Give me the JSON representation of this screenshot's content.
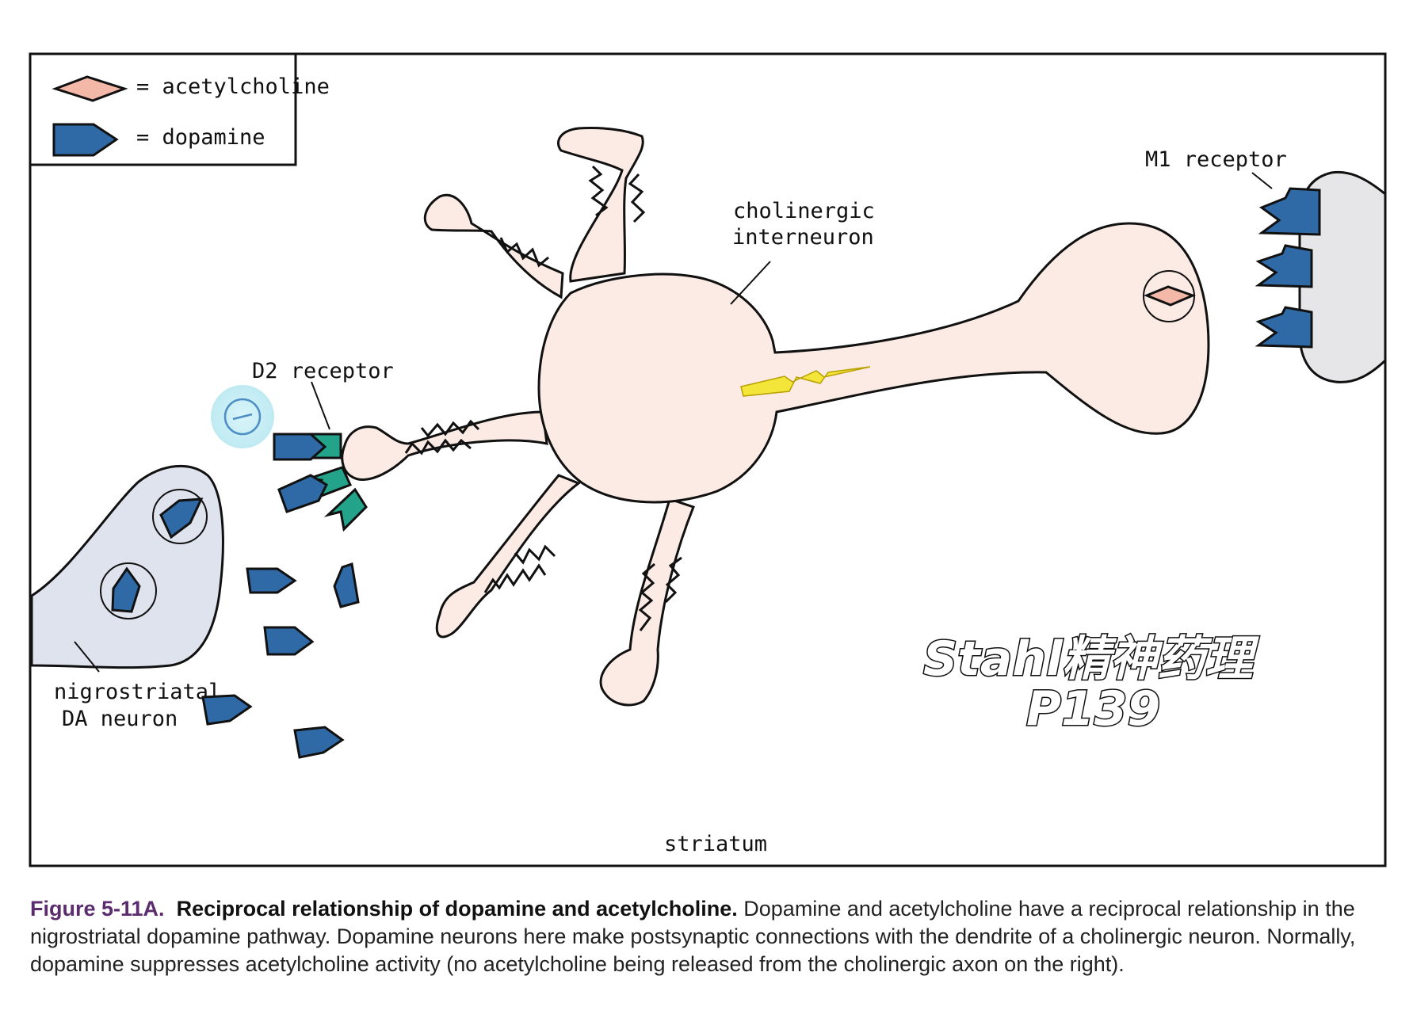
{
  "legend": {
    "acetylcholine": "= acetylcholine",
    "dopamine": "= dopamine"
  },
  "labels": {
    "m1_receptor": "M1 receptor",
    "cholinergic_line1": "cholinergic",
    "cholinergic_line2": "interneuron",
    "d2_receptor": "D2 receptor",
    "nigro_line1": "nigrostriatal",
    "nigro_line2": "DA neuron",
    "striatum": "striatum"
  },
  "watermark": {
    "line1": "Stahl精神药理",
    "line2": "P139"
  },
  "caption": {
    "figure_number": "Figure 5-11A.",
    "title": "Reciprocal relationship of dopamine and acetylcholine.",
    "body": "Dopamine and acetylcholine have a reciprocal relationship in the nigrostriatal dopamine pathway. Dopamine neurons here make postsynaptic connections with the dendrite of a cholinergic neuron. Normally, dopamine suppresses acetylcholine activity (no acetylcholine being released from the cholinergic axon on the right)."
  },
  "colors": {
    "dopamine": "#2f6aa6",
    "acetylcholine": "#f4b8a8",
    "d2_receptor": "#22a38a",
    "neuron_fill": "#fbebe4",
    "da_neuron_fill": "#dfe3ee",
    "m1_target_fill": "#e6e6e8",
    "signal": "#f4e53a",
    "inhibition": "#bfeaf2",
    "caption_accent": "#5b2d6e"
  }
}
